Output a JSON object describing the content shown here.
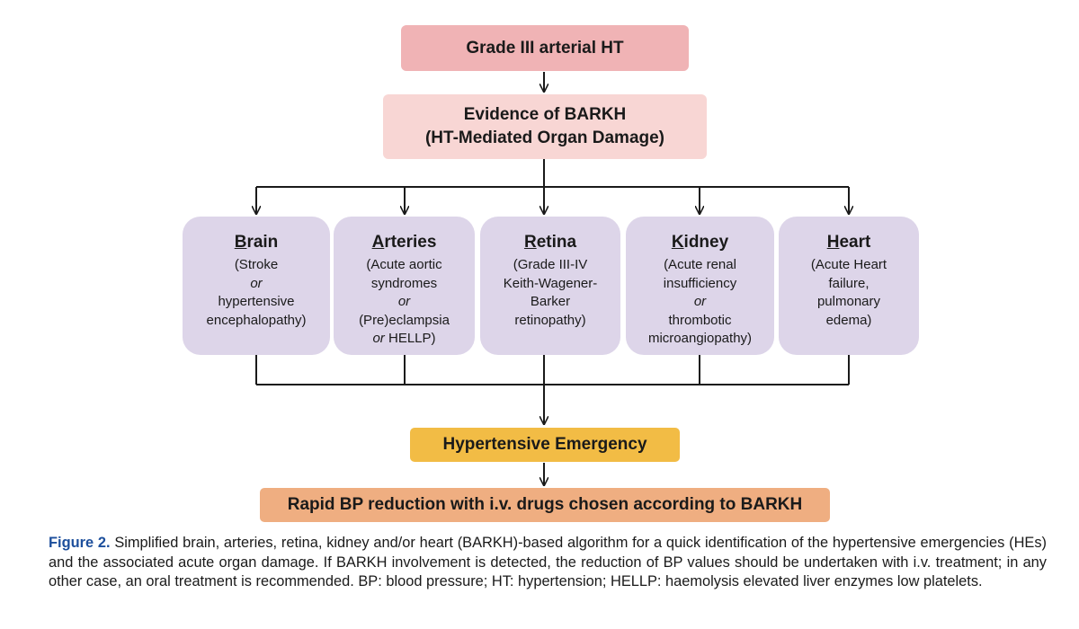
{
  "nodes": {
    "top": "Grade III arterial HT",
    "evidence": [
      "Evidence of BARKH",
      "(HT-Mediated Organ Damage)"
    ],
    "organs": [
      {
        "initial": "B",
        "rest": "rain",
        "lines": [
          {
            "t": "(Stroke",
            "i": false
          },
          {
            "t": "or",
            "i": true
          },
          {
            "t": "hypertensive",
            "i": false
          },
          {
            "t": "encephalopathy)",
            "i": false
          }
        ]
      },
      {
        "initial": "A",
        "rest": "rteries",
        "lines": [
          {
            "t": "(Acute aortic",
            "i": false
          },
          {
            "t": "syndromes",
            "i": false
          },
          {
            "t": "or",
            "i": true
          },
          {
            "t": "(Pre)eclampsia",
            "i": false
          },
          {
            "t": "or HELLP)",
            "i": false
          }
        ]
      },
      {
        "initial": "R",
        "rest": "etina",
        "lines": [
          {
            "t": "(Grade III-IV",
            "i": false
          },
          {
            "t": "Keith-Wagener-",
            "i": false
          },
          {
            "t": "Barker",
            "i": false
          },
          {
            "t": "retinopathy)",
            "i": false
          }
        ]
      },
      {
        "initial": "K",
        "rest": "idney",
        "lines": [
          {
            "t": "(Acute renal",
            "i": false
          },
          {
            "t": "insufficiency",
            "i": false
          },
          {
            "t": "or",
            "i": true
          },
          {
            "t": "thrombotic",
            "i": false
          },
          {
            "t": "microangiopathy)",
            "i": false
          }
        ]
      },
      {
        "initial": "H",
        "rest": "eart",
        "lines": [
          {
            "t": "(Acute Heart",
            "i": false
          },
          {
            "t": "failure,",
            "i": false
          },
          {
            "t": "pulmonary",
            "i": false
          },
          {
            "t": "edema)",
            "i": false
          }
        ]
      }
    ],
    "emergency": "Hypertensive Emergency",
    "rapid": "Rapid BP reduction with i.v. drugs chosen according to BARKH"
  },
  "caption": {
    "label": "Figure 2.",
    "text": "Simplified brain, arteries, retina, kidney and/or heart (BARKH)-based algorithm for a quick identification of the hypertensive emergencies (HEs) and the associated acute organ damage. If BARKH involvement is detected, the reduction of BP values should be undertaken with i.v. treatment; in any other case, an oral treatment is recommended. BP: blood pressure; HT: hypertension; HELLP: haemolysis elevated liver enzymes low platelets."
  },
  "colors": {
    "top": "#f0b3b5",
    "evidence": "#f8d6d4",
    "organ": "#ddd5e9",
    "emergency": "#f2bc45",
    "rapid": "#efae81",
    "caption_label": "#1d4f9c"
  }
}
